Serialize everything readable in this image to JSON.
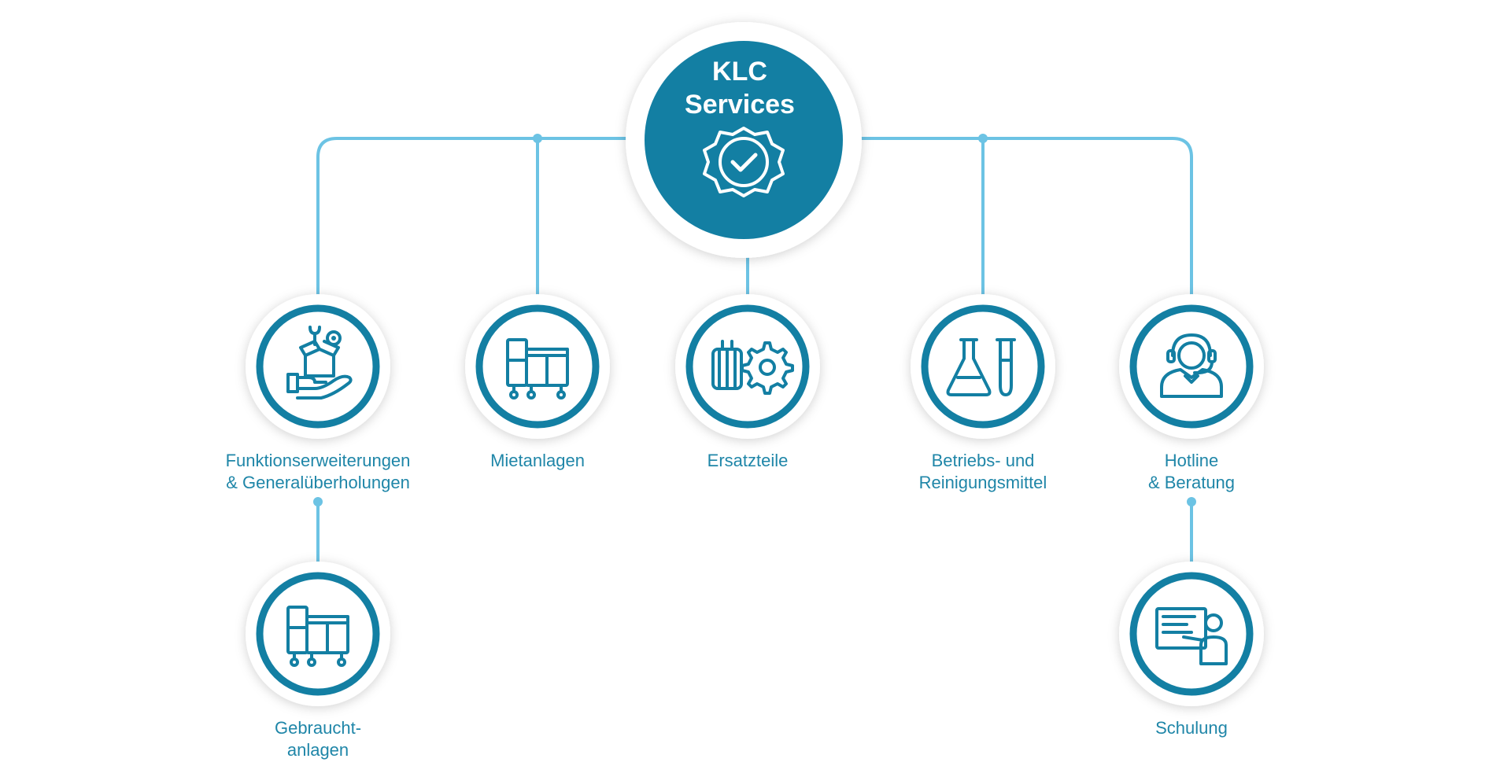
{
  "hub": {
    "title_line1": "KLC",
    "title_line2": "Services",
    "icon": "badge-check-icon"
  },
  "nodes": [
    {
      "id": "funktionserweiterungen",
      "label_line1": "Funktionserweiterungen",
      "label_line2": "& Generalüberholungen",
      "icon": "hand-box-tools-icon"
    },
    {
      "id": "mietanlagen",
      "label_line1": "Mietanlagen",
      "label_line2": "",
      "icon": "machine-cabinet-icon"
    },
    {
      "id": "ersatzteile",
      "label_line1": "Ersatzteile",
      "label_line2": "",
      "icon": "spare-parts-gear-icon"
    },
    {
      "id": "betriebsmittel",
      "label_line1": "Betriebs- und",
      "label_line2": "Reinigungsmittel",
      "icon": "lab-flask-icon"
    },
    {
      "id": "hotline",
      "label_line1": "Hotline",
      "label_line2": "& Beratung",
      "icon": "headset-agent-icon"
    },
    {
      "id": "gebrauchtanlagen",
      "label_line1": "Gebraucht-",
      "label_line2": "anlagen",
      "icon": "machine-cabinet-icon"
    },
    {
      "id": "schulung",
      "label_line1": "Schulung",
      "label_line2": "",
      "icon": "presentation-board-icon"
    }
  ],
  "colors": {
    "hub_fill": "#137fa3",
    "ring": "#137fa3",
    "connector": "#6cc3e4",
    "label": "#1f86a8"
  }
}
